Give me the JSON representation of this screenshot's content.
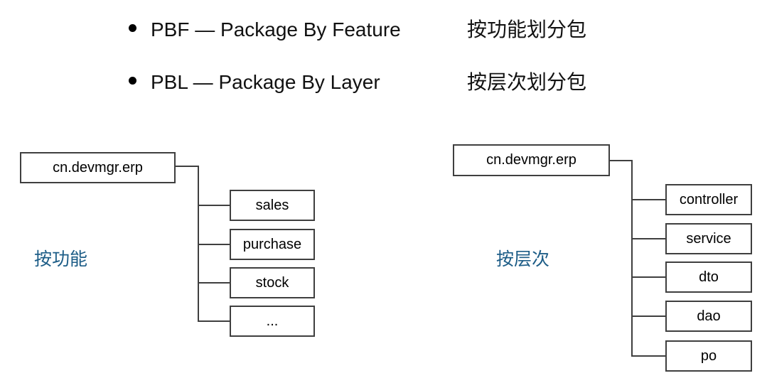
{
  "bullets": [
    {
      "latin": "PBF — Package By Feature",
      "cjk": "按功能划分包"
    },
    {
      "latin": "PBL — Package By Layer",
      "cjk": "按层次划分包"
    }
  ],
  "left_tree": {
    "root": "cn.devmgr.erp",
    "label": "按功能",
    "children": [
      "sales",
      "purchase",
      "stock",
      "..."
    ]
  },
  "right_tree": {
    "root": "cn.devmgr.erp",
    "label": "按层次",
    "children": [
      "controller",
      "service",
      "dto",
      "dao",
      "po"
    ]
  },
  "colors": {
    "line": "#3f3f3f",
    "label_blue": "#1d5d87",
    "text": "#111111",
    "background": "#ffffff"
  }
}
